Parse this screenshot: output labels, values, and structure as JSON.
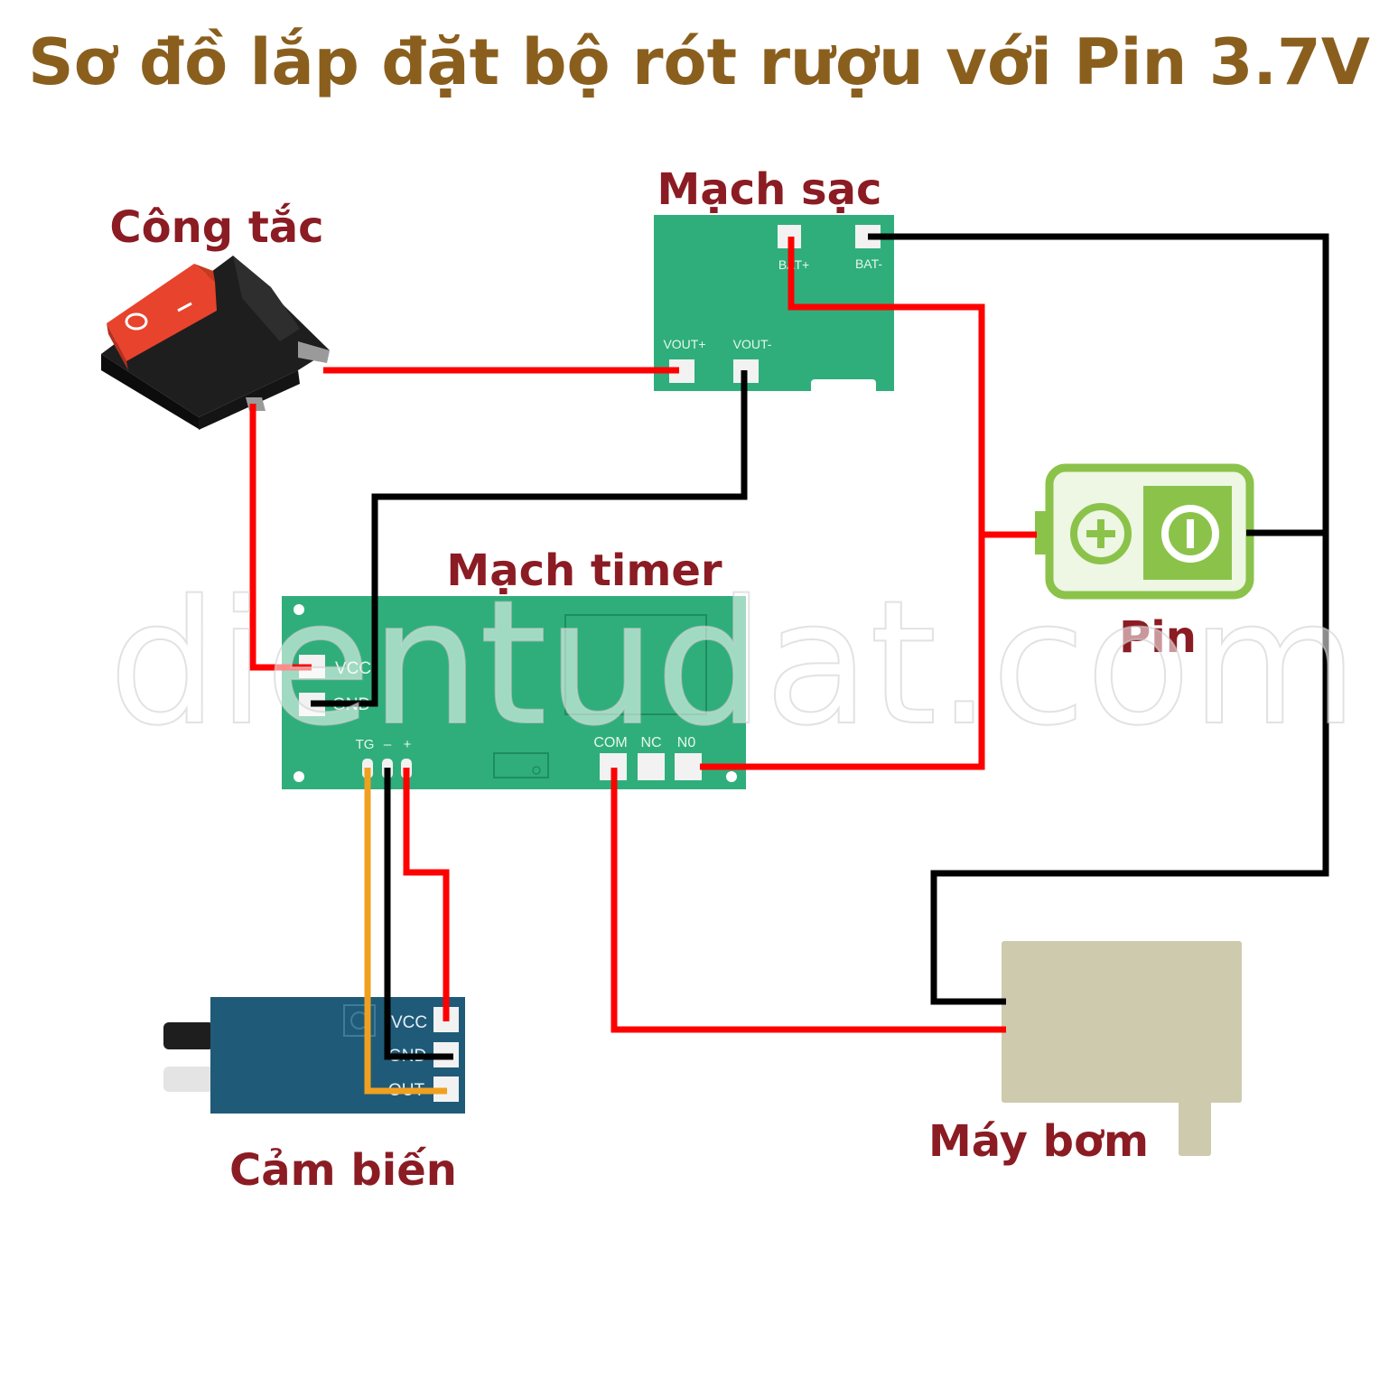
{
  "title": "Sơ đồ lắp đặt bộ rót rượu với Pin 3.7V",
  "watermark": "dientudat.com",
  "colors": {
    "title": "#8a5f1e",
    "label": "#8b1c23",
    "board_green": "#2fae7b",
    "sensor_blue": "#1f5b78",
    "pump_beige": "#cecaae",
    "wire_red": "#ff0000",
    "wire_black": "#000000",
    "wire_orange": "#f0a020",
    "battery_green": "#8bc34a"
  },
  "components": {
    "switch": {
      "label": "Công tắc",
      "icon": "rocker-switch-icon"
    },
    "charger": {
      "label": "Mạch sạc",
      "pins": {
        "bat_plus": "BAT+",
        "bat_minus": "BAT-",
        "vout_plus": "VOUT+",
        "vout_minus": "VOUT-"
      }
    },
    "timer": {
      "label": "Mạch timer",
      "pins": {
        "vcc": "VCC",
        "gnd": "GND",
        "tg": "TG",
        "minus": "–",
        "plus": "+",
        "com": "COM",
        "nc": "NC",
        "no": "N0"
      }
    },
    "battery": {
      "label": "Pin",
      "icon": "battery-icon"
    },
    "sensor": {
      "label": "Cảm biến",
      "pins": {
        "vcc": "VCC",
        "gnd": "GND",
        "out": "OUT"
      }
    },
    "pump": {
      "label": "Máy bơm"
    }
  }
}
